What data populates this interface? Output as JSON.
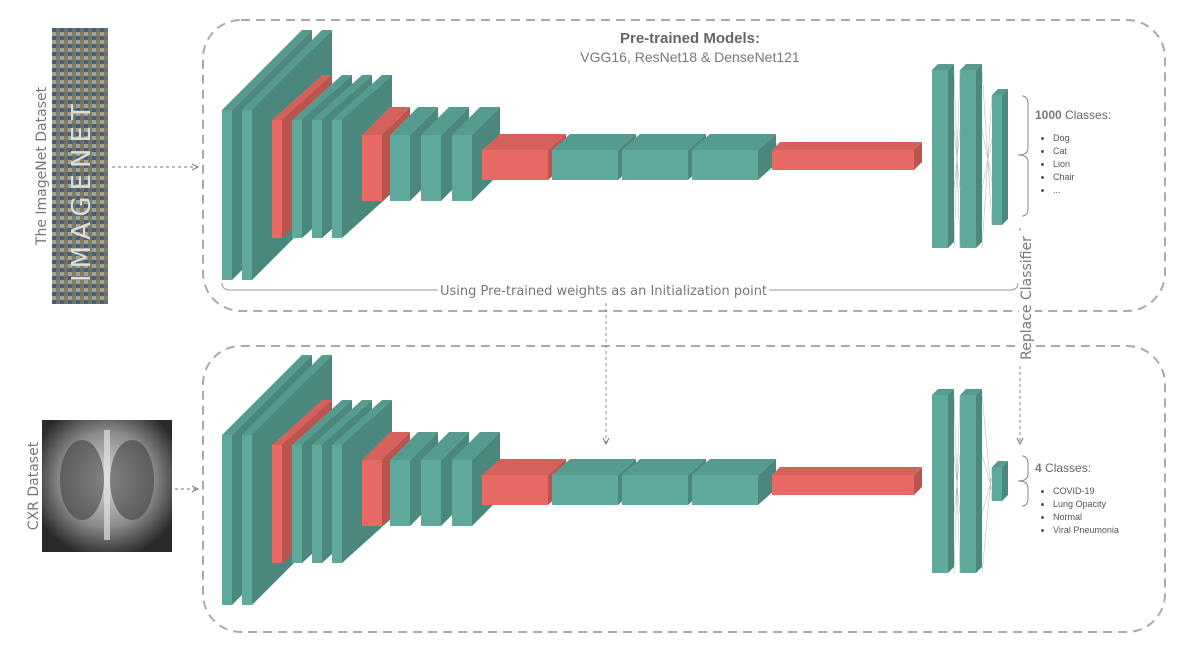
{
  "title": {
    "bold": "Pre-trained Models:",
    "subtitle": "VGG16, ResNet18 & DenseNet121"
  },
  "datasets": {
    "imagenet_label": "The ImageNet Dataset",
    "cxr_label": "CXR Dataset",
    "imagenet_logo_text": "IMAGENET"
  },
  "pretrain_caption": "Using Pre-trained weights as an Initialization point",
  "replace_caption": "Replace Classifier",
  "source_classes": {
    "count": "1000",
    "suffix": " Classes:",
    "items": [
      "Dog",
      "Cat",
      "Lion",
      "Chair",
      "..."
    ]
  },
  "target_classes": {
    "count": "4",
    "suffix": " Classes:",
    "items": [
      "COVID-19",
      "Lung Opacity",
      "Normal",
      "Viral Pneumonia"
    ]
  },
  "colors": {
    "teal": "#5ea99b",
    "teal_dark": "#4d8c80",
    "red": "#e86963",
    "red_dark": "#c85550",
    "dash": "#aaaaaa"
  }
}
